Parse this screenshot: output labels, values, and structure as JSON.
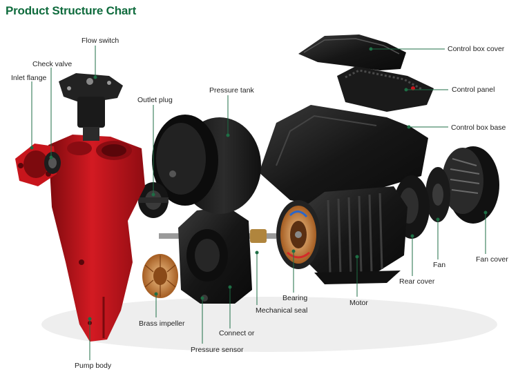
{
  "title": "Product Structure Chart",
  "colors": {
    "title": "#0f6b3d",
    "leader": "#1e6e45",
    "pump_body": "#c8151c",
    "motor": "#1c1c1c",
    "copper": "#c77a35"
  },
  "labels": {
    "flow_switch": "Flow switch",
    "check_valve": "Check valve",
    "inlet_flange": "Inlet flange",
    "outlet_plug": "Outlet plug",
    "pressure_tank": "Pressure tank",
    "control_box_cover": "Control box cover",
    "control_panel": "Control panel",
    "control_box_base": "Control box base",
    "fan_cover": "Fan cover",
    "fan": "Fan",
    "rear_cover": "Rear cover",
    "motor": "Motor",
    "bearing": "Bearing",
    "mechanical_seal": "Mechanical seal",
    "connector": "Connect  or",
    "pressure_sensor": "Pressure sensor",
    "brass_impeller": "Brass impeller",
    "pump_body": "Pump body"
  }
}
